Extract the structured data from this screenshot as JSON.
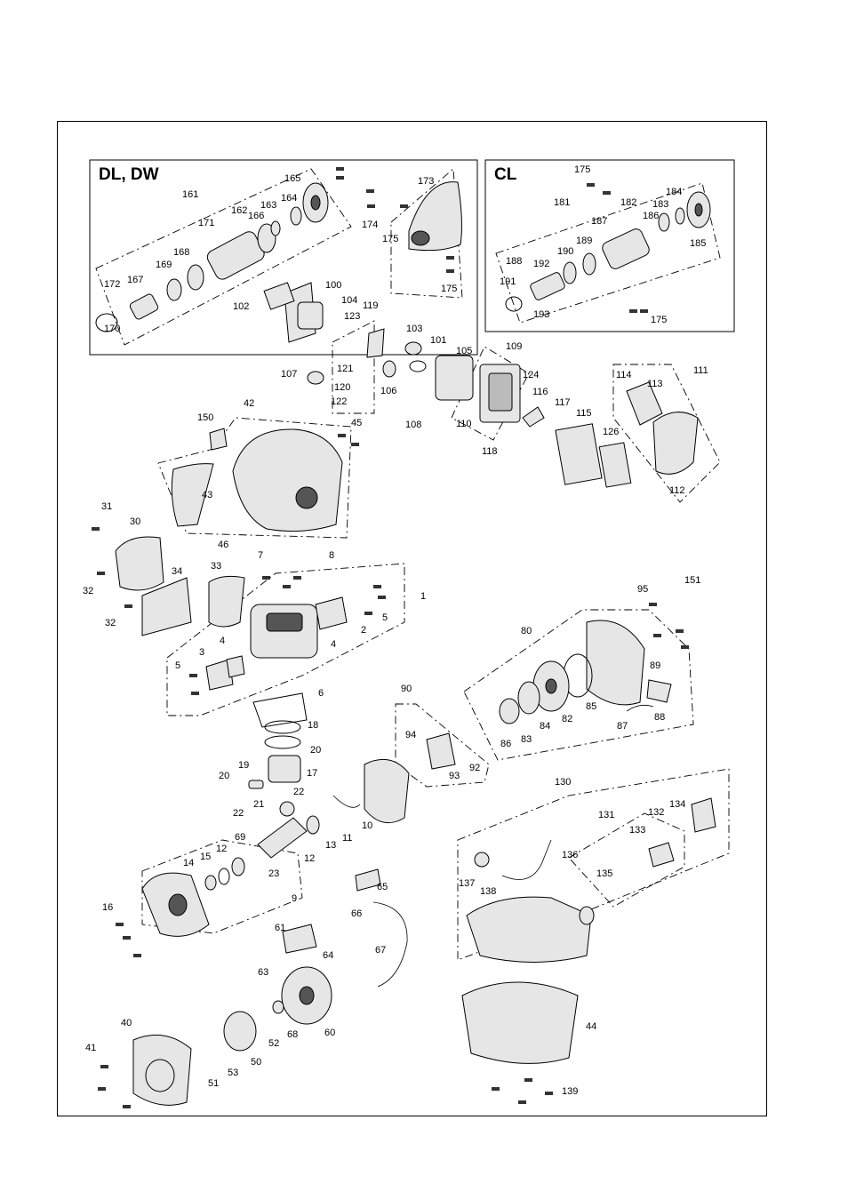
{
  "boxes": {
    "dl_dw_title": "DL, DW",
    "cl_title": "CL"
  },
  "part_labels": [
    "161",
    "165",
    "171",
    "162",
    "166",
    "163",
    "164",
    "168",
    "169",
    "167",
    "172",
    "170",
    "173",
    "174",
    "175",
    "175",
    "102",
    "100",
    "104",
    "123",
    "119",
    "121",
    "120",
    "122",
    "107",
    "106",
    "103",
    "101",
    "105",
    "108",
    "110",
    "109",
    "124",
    "116",
    "117",
    "115",
    "126",
    "118",
    "111",
    "114",
    "113",
    "112",
    "175",
    "181",
    "187",
    "182",
    "186",
    "183",
    "184",
    "185",
    "188",
    "192",
    "190",
    "189",
    "191",
    "193",
    "175",
    "150",
    "42",
    "45",
    "43",
    "31",
    "30",
    "46",
    "32",
    "34",
    "33",
    "32",
    "7",
    "8",
    "1",
    "2",
    "5",
    "4",
    "4",
    "3",
    "5",
    "6",
    "95",
    "151",
    "80",
    "89",
    "85",
    "88",
    "87",
    "82",
    "84",
    "83",
    "86",
    "90",
    "94",
    "92",
    "93",
    "18",
    "20",
    "17",
    "19",
    "20",
    "21",
    "22",
    "22",
    "69",
    "11",
    "10",
    "13",
    "12",
    "12",
    "15",
    "14",
    "23",
    "9",
    "16",
    "65",
    "66",
    "67",
    "61",
    "64",
    "63",
    "60",
    "68",
    "52",
    "50",
    "53",
    "51",
    "40",
    "41",
    "130",
    "131",
    "132",
    "134",
    "133",
    "136",
    "137",
    "138",
    "135",
    "44",
    "139"
  ]
}
